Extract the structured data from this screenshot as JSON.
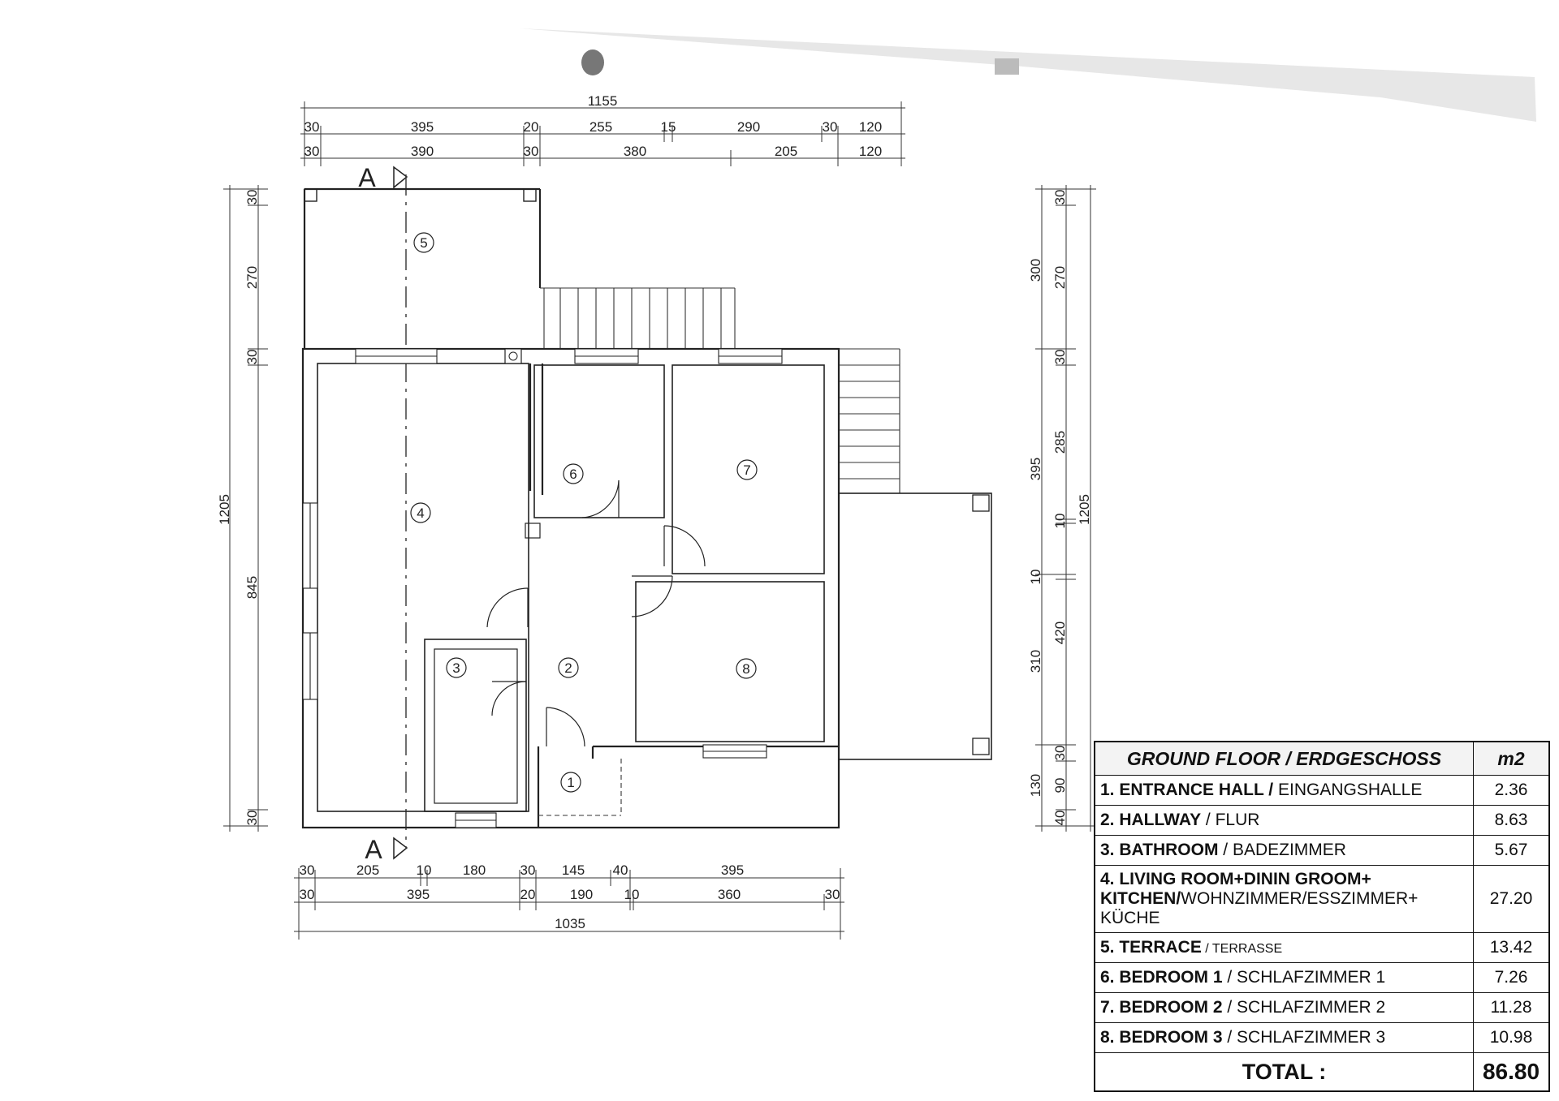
{
  "dimensions": {
    "top_total": "1155",
    "top_row1": [
      "30",
      "395",
      "20",
      "255",
      "15",
      "290",
      "30",
      "120"
    ],
    "top_row2": [
      "30",
      "390",
      "30",
      "380",
      "205",
      "120"
    ],
    "bottom_row1": [
      "30",
      "205",
      "10",
      "180",
      "30",
      "145",
      "40",
      "395"
    ],
    "bottom_row2": [
      "30",
      "395",
      "20",
      "190",
      "10",
      "360",
      "30"
    ],
    "bottom_total": "1035",
    "left_total": "1205",
    "left_parts": [
      "30",
      "270",
      "30",
      "845",
      "30"
    ],
    "right_outer": [
      "300",
      "395",
      "310",
      "130"
    ],
    "right_inner": [
      "30",
      "270",
      "30",
      "285",
      "10",
      "10",
      "420",
      "30",
      "90",
      "40"
    ],
    "right_total": "1205"
  },
  "section_marker": "A",
  "rooms": [
    "1",
    "2",
    "3",
    "4",
    "5",
    "6",
    "7",
    "8"
  ],
  "legend": {
    "header": "GROUND FLOOR / ERDGESCHOSS",
    "unit": "m2",
    "rows": [
      {
        "bold": "1. ENTRANCE HALL /",
        "normal": " EINGANGSHALLE",
        "value": "2.36"
      },
      {
        "bold": "2. HALLWAY",
        "normal": " / FLUR",
        "value": "8.63"
      },
      {
        "bold": "3. BATHROOM",
        "normal": " / BADEZIMMER",
        "value": "5.67"
      },
      {
        "bold": "4. LIVING ROOM+DININ GROOM+ KITCHEN/",
        "normal": "WOHNZIMMER/ESSZIMMER+ KÜCHE",
        "value": "27.20"
      },
      {
        "bold": "5. TERRACE",
        "normal": " / TERRASSE",
        "value": "13.42"
      },
      {
        "bold": "6. BEDROOM 1",
        "normal": "  / SCHLAFZIMMER 1",
        "value": "7.26"
      },
      {
        "bold": "7. BEDROOM 2",
        "normal": "  / SCHLAFZIMMER 2",
        "value": "11.28"
      },
      {
        "bold": "8. BEDROOM 3",
        "normal": "  / SCHLAFZIMMER 3",
        "value": "10.98"
      }
    ],
    "total_label": "TOTAL :",
    "total_value": "86.80"
  }
}
